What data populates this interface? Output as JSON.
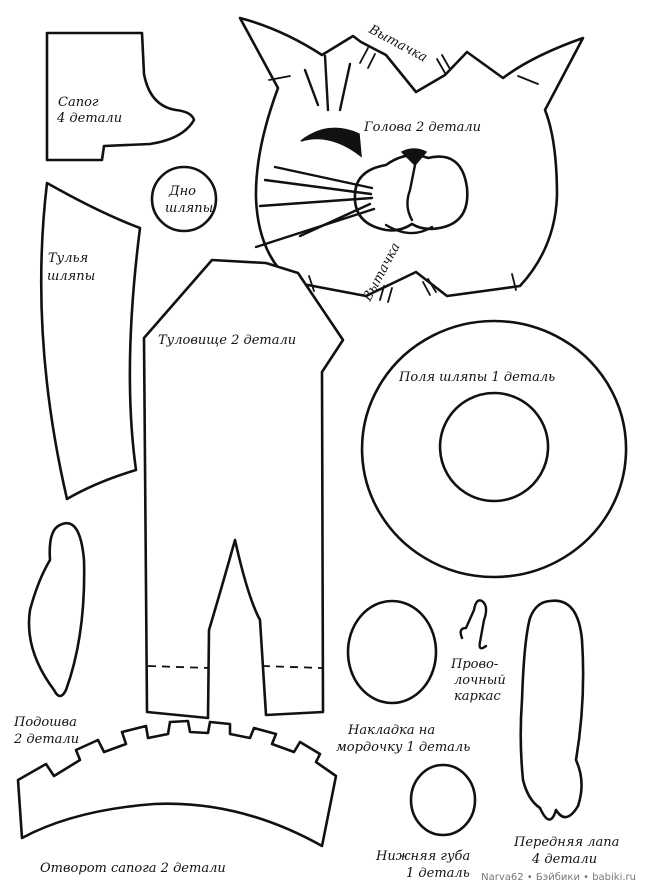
{
  "labels": {
    "boot": [
      "Сапог",
      "4 детали"
    ],
    "hat_bottom": [
      "Дно",
      "шляпы"
    ],
    "hat_crown": [
      "Тулья",
      "шляпы"
    ],
    "head": "Голова 2 детали",
    "dart_top": "Вытачка",
    "dart_bottom": "Вытачка",
    "torso": "Туловище 2 детали",
    "hat_brim": "Поля шляпы 1 деталь",
    "sole": [
      "Подошва",
      "2 детали"
    ],
    "wire_frame": [
      "Прово-",
      "лочный",
      "каркас"
    ],
    "muzzle_patch": [
      "Накладка на",
      "мордочку 1 деталь"
    ],
    "boot_cuff": "Отворот сапога 2 детали",
    "lower_lip": [
      "Нижняя губа",
      "1 деталь"
    ],
    "front_paw": [
      "Передняя лапа",
      "4 детали"
    ]
  },
  "watermark": "Narva62 • Бэйбики • babiki.ru",
  "colors": {
    "ink": "#111111",
    "paper": "#ffffff",
    "watermark": "#777777"
  }
}
